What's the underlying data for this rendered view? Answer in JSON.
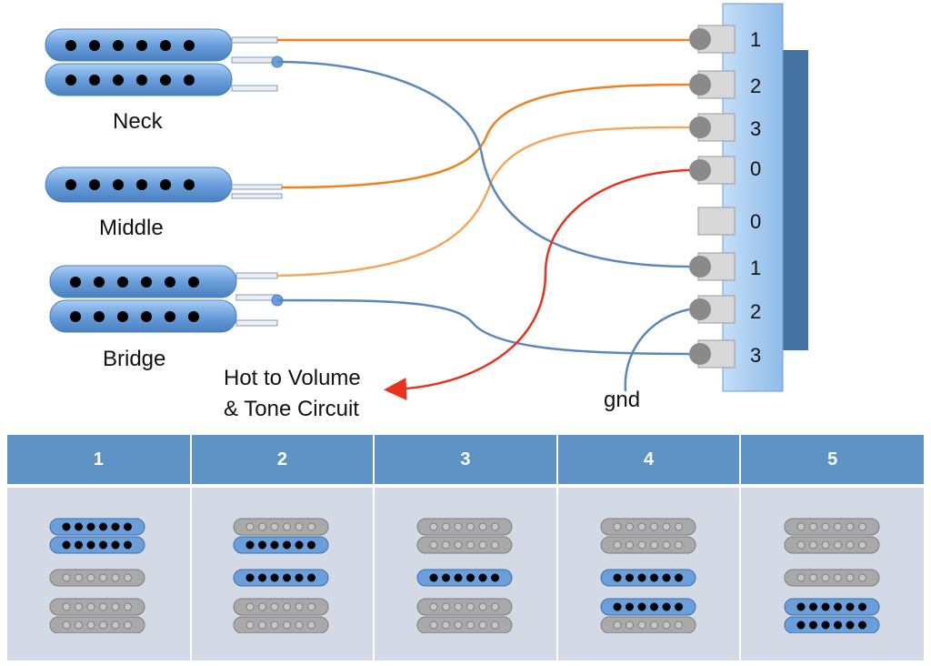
{
  "labels": {
    "neck": "Neck",
    "middle": "Middle",
    "bridge": "Bridge",
    "hot_line1": "Hot to Volume",
    "hot_line2": "& Tone Circuit",
    "gnd": "gnd"
  },
  "switch_terminals": [
    "1",
    "2",
    "3",
    "0",
    "0",
    "1",
    "2",
    "3"
  ],
  "table": {
    "headers": [
      "1",
      "2",
      "3",
      "4",
      "5"
    ],
    "positions": [
      {
        "neck_top": true,
        "neck_bottom": true,
        "middle": false,
        "bridge_top": false,
        "bridge_bottom": false
      },
      {
        "neck_top": false,
        "neck_bottom": true,
        "middle": true,
        "bridge_top": false,
        "bridge_bottom": false
      },
      {
        "neck_top": false,
        "neck_bottom": false,
        "middle": true,
        "bridge_top": false,
        "bridge_bottom": false
      },
      {
        "neck_top": false,
        "neck_bottom": false,
        "middle": true,
        "bridge_top": true,
        "bridge_bottom": false
      },
      {
        "neck_top": false,
        "neck_bottom": false,
        "middle": false,
        "bridge_top": true,
        "bridge_bottom": true
      }
    ]
  },
  "colors": {
    "pickup_active": "#6a9fdc",
    "pickup_inactive": "#a9a9a9",
    "wire_orange": "#f0821e",
    "wire_light_orange": "#f5a65b",
    "wire_blue": "#5b87bd",
    "wire_red": "#e8321e",
    "switch_body": "#a8cdf2",
    "switch_back": "#4472a0",
    "header_bg": "#5f93c6",
    "cell_bg": "#d3dae6"
  }
}
